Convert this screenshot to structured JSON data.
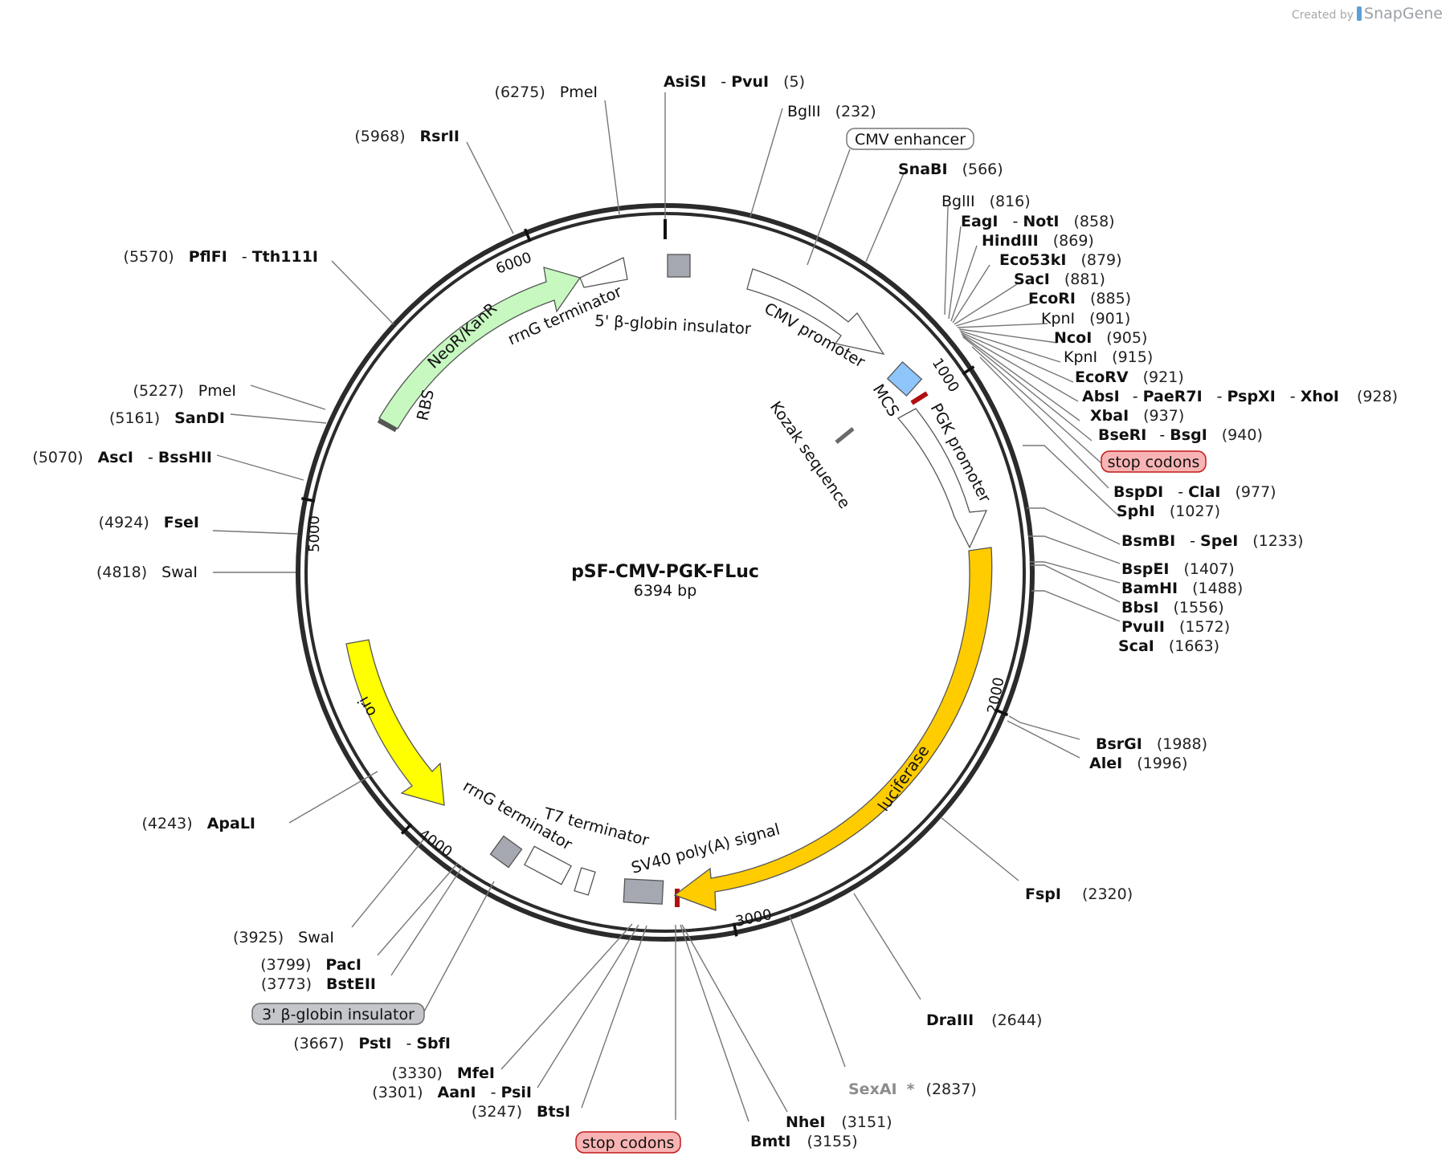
{
  "credit": {
    "prefix": "Created by",
    "brand": "SnapGene"
  },
  "plasmid": {
    "name": "pSF-CMV-PGK-FLuc",
    "size": "6394 bp",
    "length_bp": 6394
  },
  "ticks": [
    "1000",
    "2000",
    "3000",
    "4000",
    "5000",
    "6000"
  ],
  "features": [
    {
      "label": "NeoR/KanR",
      "color": "#c6f8c0"
    },
    {
      "label": "rrnG terminator",
      "color": "#ffffff"
    },
    {
      "label": "5' β-globin insulator",
      "color": "#a5a8b0"
    },
    {
      "label": "CMV promoter",
      "color": "#ffffff"
    },
    {
      "label": "MCS",
      "color": "#8ec5fa"
    },
    {
      "label": "PGK promoter",
      "color": "#ffffff"
    },
    {
      "label": "Kozak sequence",
      "color": "#8c8c8c"
    },
    {
      "label": "luciferase",
      "color": "#ffcc00"
    },
    {
      "label": "SV40 poly(A) signal",
      "color": "#a5a8b0"
    },
    {
      "label": "T7 terminator",
      "color": "#ffffff"
    },
    {
      "label": "rrnG terminator",
      "color": "#ffffff"
    },
    {
      "label": "ori",
      "color": "#ffff00"
    },
    {
      "label": "RBS",
      "color": "#8c8c8c"
    }
  ],
  "boxed_labels": {
    "cmv_enhancer": "CMV enhancer",
    "stop_codons_right": "stop codons",
    "stop_codons_bottom": "stop codons",
    "insulator3": "3' β-globin insulator"
  },
  "sites": {
    "asisi": {
      "name": "AsiSI",
      "name2": "PvuI",
      "pos": "(5)"
    },
    "bglii_232": {
      "name": "BglII",
      "pos": "(232)"
    },
    "snabi": {
      "name": "SnaBI",
      "pos": "(566)"
    },
    "bglii_816": {
      "name": "BglII",
      "pos": "(816)"
    },
    "eagi": {
      "name": "EagI",
      "name2": "NotI",
      "pos": "(858)"
    },
    "hindiii": {
      "name": "HindIII",
      "pos": "(869)"
    },
    "eco53ki": {
      "name": "Eco53kI",
      "pos": "(879)"
    },
    "saci": {
      "name": "SacI",
      "pos": "(881)"
    },
    "ecori": {
      "name": "EcoRI",
      "pos": "(885)"
    },
    "kpni_901": {
      "name": "KpnI",
      "pos": "(901)"
    },
    "ncoi": {
      "name": "NcoI",
      "pos": "(905)"
    },
    "kpni_915": {
      "name": "KpnI",
      "pos": "(915)"
    },
    "ecorv": {
      "name": "EcoRV",
      "pos": "(921)"
    },
    "absi": {
      "name": "AbsI",
      "name2": "PaeR7I",
      "name3": "PspXI",
      "name4": "XhoI",
      "pos": "(928)"
    },
    "xbai": {
      "name": "XbaI",
      "pos": "(937)"
    },
    "bseri": {
      "name": "BseRI",
      "name2": "BsgI",
      "pos": "(940)"
    },
    "bspdi": {
      "name": "BspDI",
      "name2": "ClaI",
      "pos": "(977)"
    },
    "sphi": {
      "name": "SphI",
      "pos": "(1027)"
    },
    "bsmbi": {
      "name": "BsmBI",
      "name2": "SpeI",
      "pos": "(1233)"
    },
    "bspei": {
      "name": "BspEI",
      "pos": "(1407)"
    },
    "bamhi": {
      "name": "BamHI",
      "pos": "(1488)"
    },
    "bbsi": {
      "name": "BbsI",
      "pos": "(1556)"
    },
    "pvuii": {
      "name": "PvuII",
      "pos": "(1572)"
    },
    "scai": {
      "name": "ScaI",
      "pos": "(1663)"
    },
    "bsrgi": {
      "name": "BsrGI",
      "pos": "(1988)"
    },
    "alei": {
      "name": "AleI",
      "pos": "(1996)"
    },
    "fspi": {
      "name": "FspI",
      "pos": "(2320)"
    },
    "draiii": {
      "name": "DraIII",
      "pos": "(2644)"
    },
    "sexai": {
      "name": "SexAI",
      "mark": "*",
      "pos": "(2837)"
    },
    "nhei": {
      "name": "NheI",
      "pos": "(3151)"
    },
    "bmti": {
      "name": "BmtI",
      "pos": "(3155)"
    },
    "btsi": {
      "name": "BtsI",
      "pos": "(3247)"
    },
    "aani": {
      "name": "AanI",
      "name2": "PsiI",
      "pos": "(3301)"
    },
    "mfei": {
      "name": "MfeI",
      "pos": "(3330)"
    },
    "psti": {
      "name": "PstI",
      "name2": "SbfI",
      "pos": "(3667)"
    },
    "bsteii": {
      "name": "BstEII",
      "pos": "(3773)"
    },
    "paci": {
      "name": "PacI",
      "pos": "(3799)"
    },
    "swai_3925": {
      "name": "SwaI",
      "pos": "(3925)"
    },
    "apali": {
      "name": "ApaLI",
      "pos": "(4243)"
    },
    "swai_4818": {
      "name": "SwaI",
      "pos": "(4818)"
    },
    "fsei": {
      "name": "FseI",
      "pos": "(4924)"
    },
    "asci": {
      "name": "AscI",
      "name2": "BssHII",
      "pos": "(5070)"
    },
    "sandi": {
      "name": "SanDI",
      "pos": "(5161)"
    },
    "pmei_5227": {
      "name": "PmeI",
      "pos": "(5227)"
    },
    "pfifi": {
      "name": "PflFI",
      "name2": "Tth111I",
      "pos": "(5570)"
    },
    "rsrii": {
      "name": "RsrII",
      "pos": "(5968)"
    },
    "pmei_6275": {
      "name": "PmeI",
      "pos": "(6275)"
    }
  }
}
